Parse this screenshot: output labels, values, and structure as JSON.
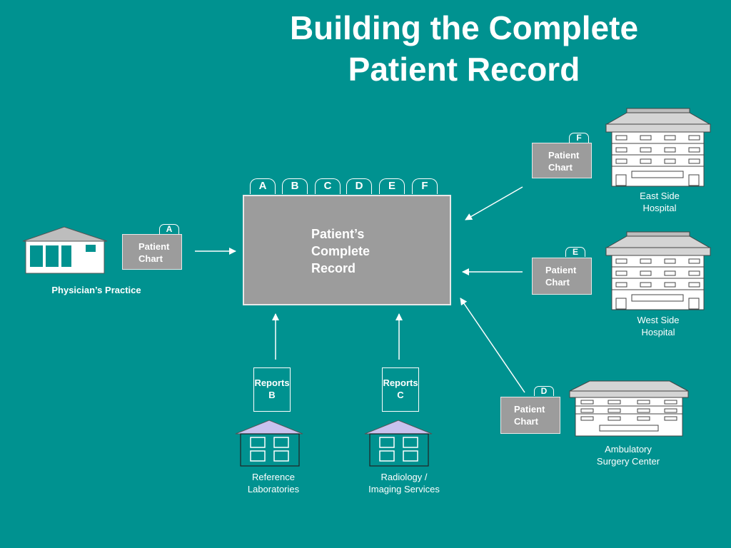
{
  "title": {
    "line1": "Building the Complete",
    "line2": "Patient Record"
  },
  "center": {
    "line1": "Patient’s",
    "line2": "Complete",
    "line3": "Record"
  },
  "tabs": [
    "A",
    "B",
    "C",
    "D",
    "E",
    "F"
  ],
  "sources": {
    "physician": {
      "tab": "A",
      "chart_line1": "Patient",
      "chart_line2": "Chart",
      "caption": "Physician’s Practice"
    },
    "east_side": {
      "tab": "F",
      "chart_line1": "Patient",
      "chart_line2": "Chart",
      "caption_line1": "East Side",
      "caption_line2": "Hospital"
    },
    "west_side": {
      "tab": "E",
      "chart_line1": "Patient",
      "chart_line2": "Chart",
      "caption_line1": "West Side",
      "caption_line2": "Hospital"
    },
    "ambulatory": {
      "tab": "D",
      "chart_line1": "Patient",
      "chart_line2": "Chart",
      "caption_line1": "Ambulatory",
      "caption_line2": "Surgery Center"
    },
    "reference_labs": {
      "report_line1": "Reports",
      "report_line2": "B",
      "caption_line1": "Reference",
      "caption_line2": "Laboratories"
    },
    "radiology": {
      "report_line1": "Reports",
      "report_line2": "C",
      "caption_line1": "Radiology /",
      "caption_line2": "Imaging Services"
    }
  },
  "colors": {
    "background": "#009290",
    "box": "#9c9c9c",
    "text": "#ffffff",
    "roof_lab": "#c9c2ee",
    "roof_hospital": "#bdbdbd"
  }
}
